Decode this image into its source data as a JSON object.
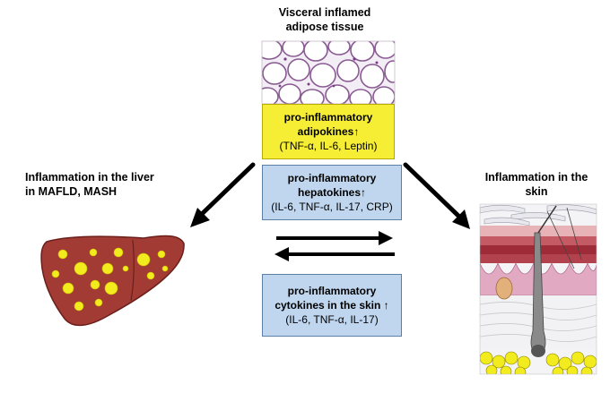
{
  "adipose": {
    "title_line1": "Visceral inflamed",
    "title_line2": "adipose tissue"
  },
  "liver_title": {
    "line1": "Inflammation in the liver",
    "line2": "in MAFLD, MASH"
  },
  "skin_title": {
    "line1": "Inflammation in the",
    "line2": "skin"
  },
  "adipokines_box": {
    "line1": "pro-inflammatory",
    "line2": "adipokines↑",
    "line3": "(TNF-α, IL-6, Leptin)"
  },
  "hepatokines_box": {
    "line1": "pro-inflammatory",
    "line2": "hepatokines↑",
    "line3": "(IL-6, TNF-α, IL-17, CRP)"
  },
  "cytokines_box": {
    "line1": "pro-inflammatory",
    "line2": "cytokines in the skin ↑",
    "line3": "(IL-6, TNF-α, IL-17)"
  },
  "colors": {
    "adipokine_fill": "#f6ee35",
    "kine_fill": "#bfd6ee",
    "liver": "#a33b35",
    "fat_droplet": "#f2ec1e"
  }
}
